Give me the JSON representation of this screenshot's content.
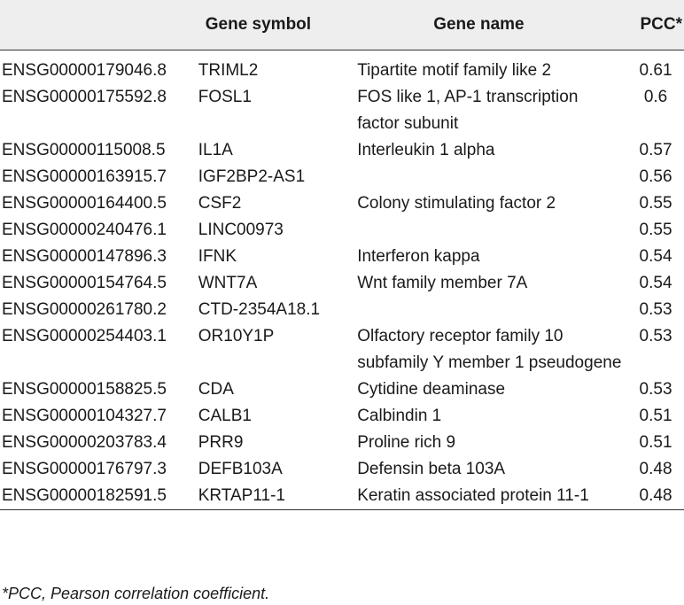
{
  "table": {
    "headers": {
      "id": "",
      "symbol": "Gene symbol",
      "name": "Gene name",
      "pcc": "PCC*"
    },
    "rows": [
      {
        "id": "ENSG00000179046.8",
        "symbol": "TRIML2",
        "name": "Tipartite motif family like 2",
        "pcc": "0.61"
      },
      {
        "id": "ENSG00000175592.8",
        "symbol": "FOSL1",
        "name": "FOS like 1, AP-1 transcription factor subunit",
        "pcc": "0.6"
      },
      {
        "id": "ENSG00000115008.5",
        "symbol": "IL1A",
        "name": "Interleukin 1 alpha",
        "pcc": "0.57"
      },
      {
        "id": "ENSG00000163915.7",
        "symbol": "IGF2BP2-AS1",
        "name": "",
        "pcc": "0.56"
      },
      {
        "id": "ENSG00000164400.5",
        "symbol": "CSF2",
        "name": "Colony stimulating factor 2",
        "pcc": "0.55"
      },
      {
        "id": "ENSG00000240476.1",
        "symbol": "LINC00973",
        "name": "",
        "pcc": "0.55"
      },
      {
        "id": "ENSG00000147896.3",
        "symbol": "IFNK",
        "name": "Interferon kappa",
        "pcc": "0.54"
      },
      {
        "id": "ENSG00000154764.5",
        "symbol": "WNT7A",
        "name": "Wnt family member 7A",
        "pcc": "0.54"
      },
      {
        "id": "ENSG00000261780.2",
        "symbol": "CTD-2354A18.1",
        "name": "",
        "pcc": "0.53"
      },
      {
        "id": "ENSG00000254403.1",
        "symbol": "OR10Y1P",
        "name": "Olfactory receptor family 10 subfamily Y member 1 pseudogene",
        "pcc": "0.53"
      },
      {
        "id": "ENSG00000158825.5",
        "symbol": "CDA",
        "name": "Cytidine deaminase",
        "pcc": "0.53"
      },
      {
        "id": "ENSG00000104327.7",
        "symbol": "CALB1",
        "name": "Calbindin 1",
        "pcc": "0.51"
      },
      {
        "id": "ENSG00000203783.4",
        "symbol": "PRR9",
        "name": "Proline rich 9",
        "pcc": "0.51"
      },
      {
        "id": "ENSG00000176797.3",
        "symbol": "DEFB103A",
        "name": "Defensin beta 103A",
        "pcc": "0.48"
      },
      {
        "id": "ENSG00000182591.5",
        "symbol": "KRTAP11-1",
        "name": "Keratin associated protein 11-1",
        "pcc": "0.48"
      }
    ]
  },
  "footnote": "*PCC, Pearson correlation coefficient."
}
